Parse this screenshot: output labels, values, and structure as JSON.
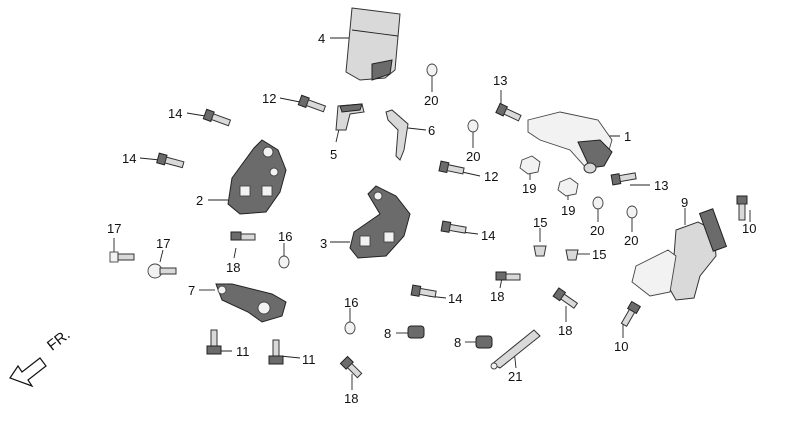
{
  "front_label": "FR.",
  "callouts": [
    "4",
    "20",
    "12",
    "13",
    "14",
    "5",
    "6",
    "1",
    "20",
    "14",
    "12",
    "19",
    "13",
    "19",
    "2",
    "9",
    "20",
    "20",
    "10",
    "15",
    "15",
    "3",
    "14",
    "16",
    "17",
    "17",
    "18",
    "18",
    "10",
    "7",
    "14",
    "18",
    "16",
    "8",
    "8",
    "11",
    "11",
    "21",
    "18"
  ]
}
